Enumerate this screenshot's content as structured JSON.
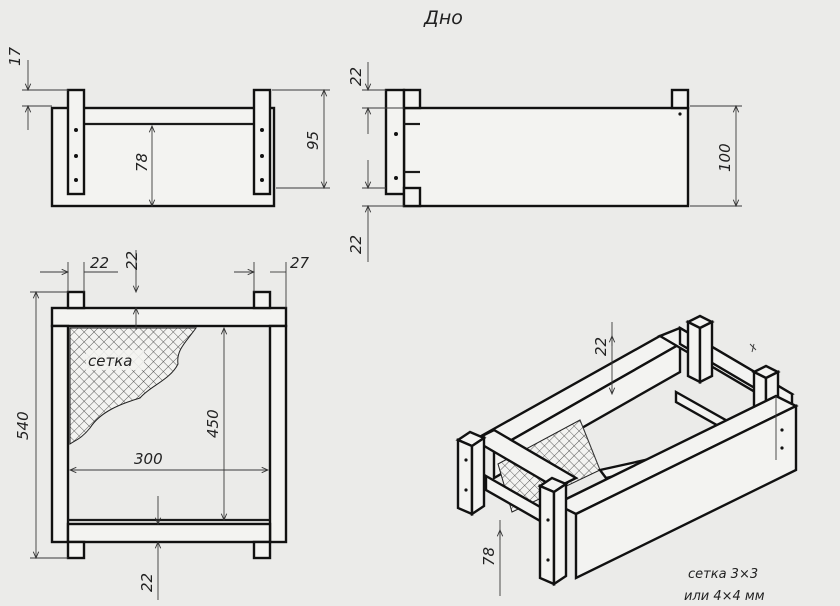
{
  "title": "Дно",
  "mesh_label": "сетка",
  "note": {
    "line1": "сетка 3×3",
    "line2": "или 4×4 мм"
  },
  "dimensions": {
    "front_top": "17",
    "front_inner": "78",
    "front_total": "95",
    "side_top": "22",
    "side_bottom": "22",
    "side_height": "100",
    "plan_leg": "22",
    "plan_leg_depth": "22",
    "plan_end": "27",
    "plan_length": "540",
    "plan_inner_length": "450",
    "plan_inner_width": "300",
    "plan_bottom": "22",
    "iso_leg": "22",
    "iso_height": "78"
  }
}
